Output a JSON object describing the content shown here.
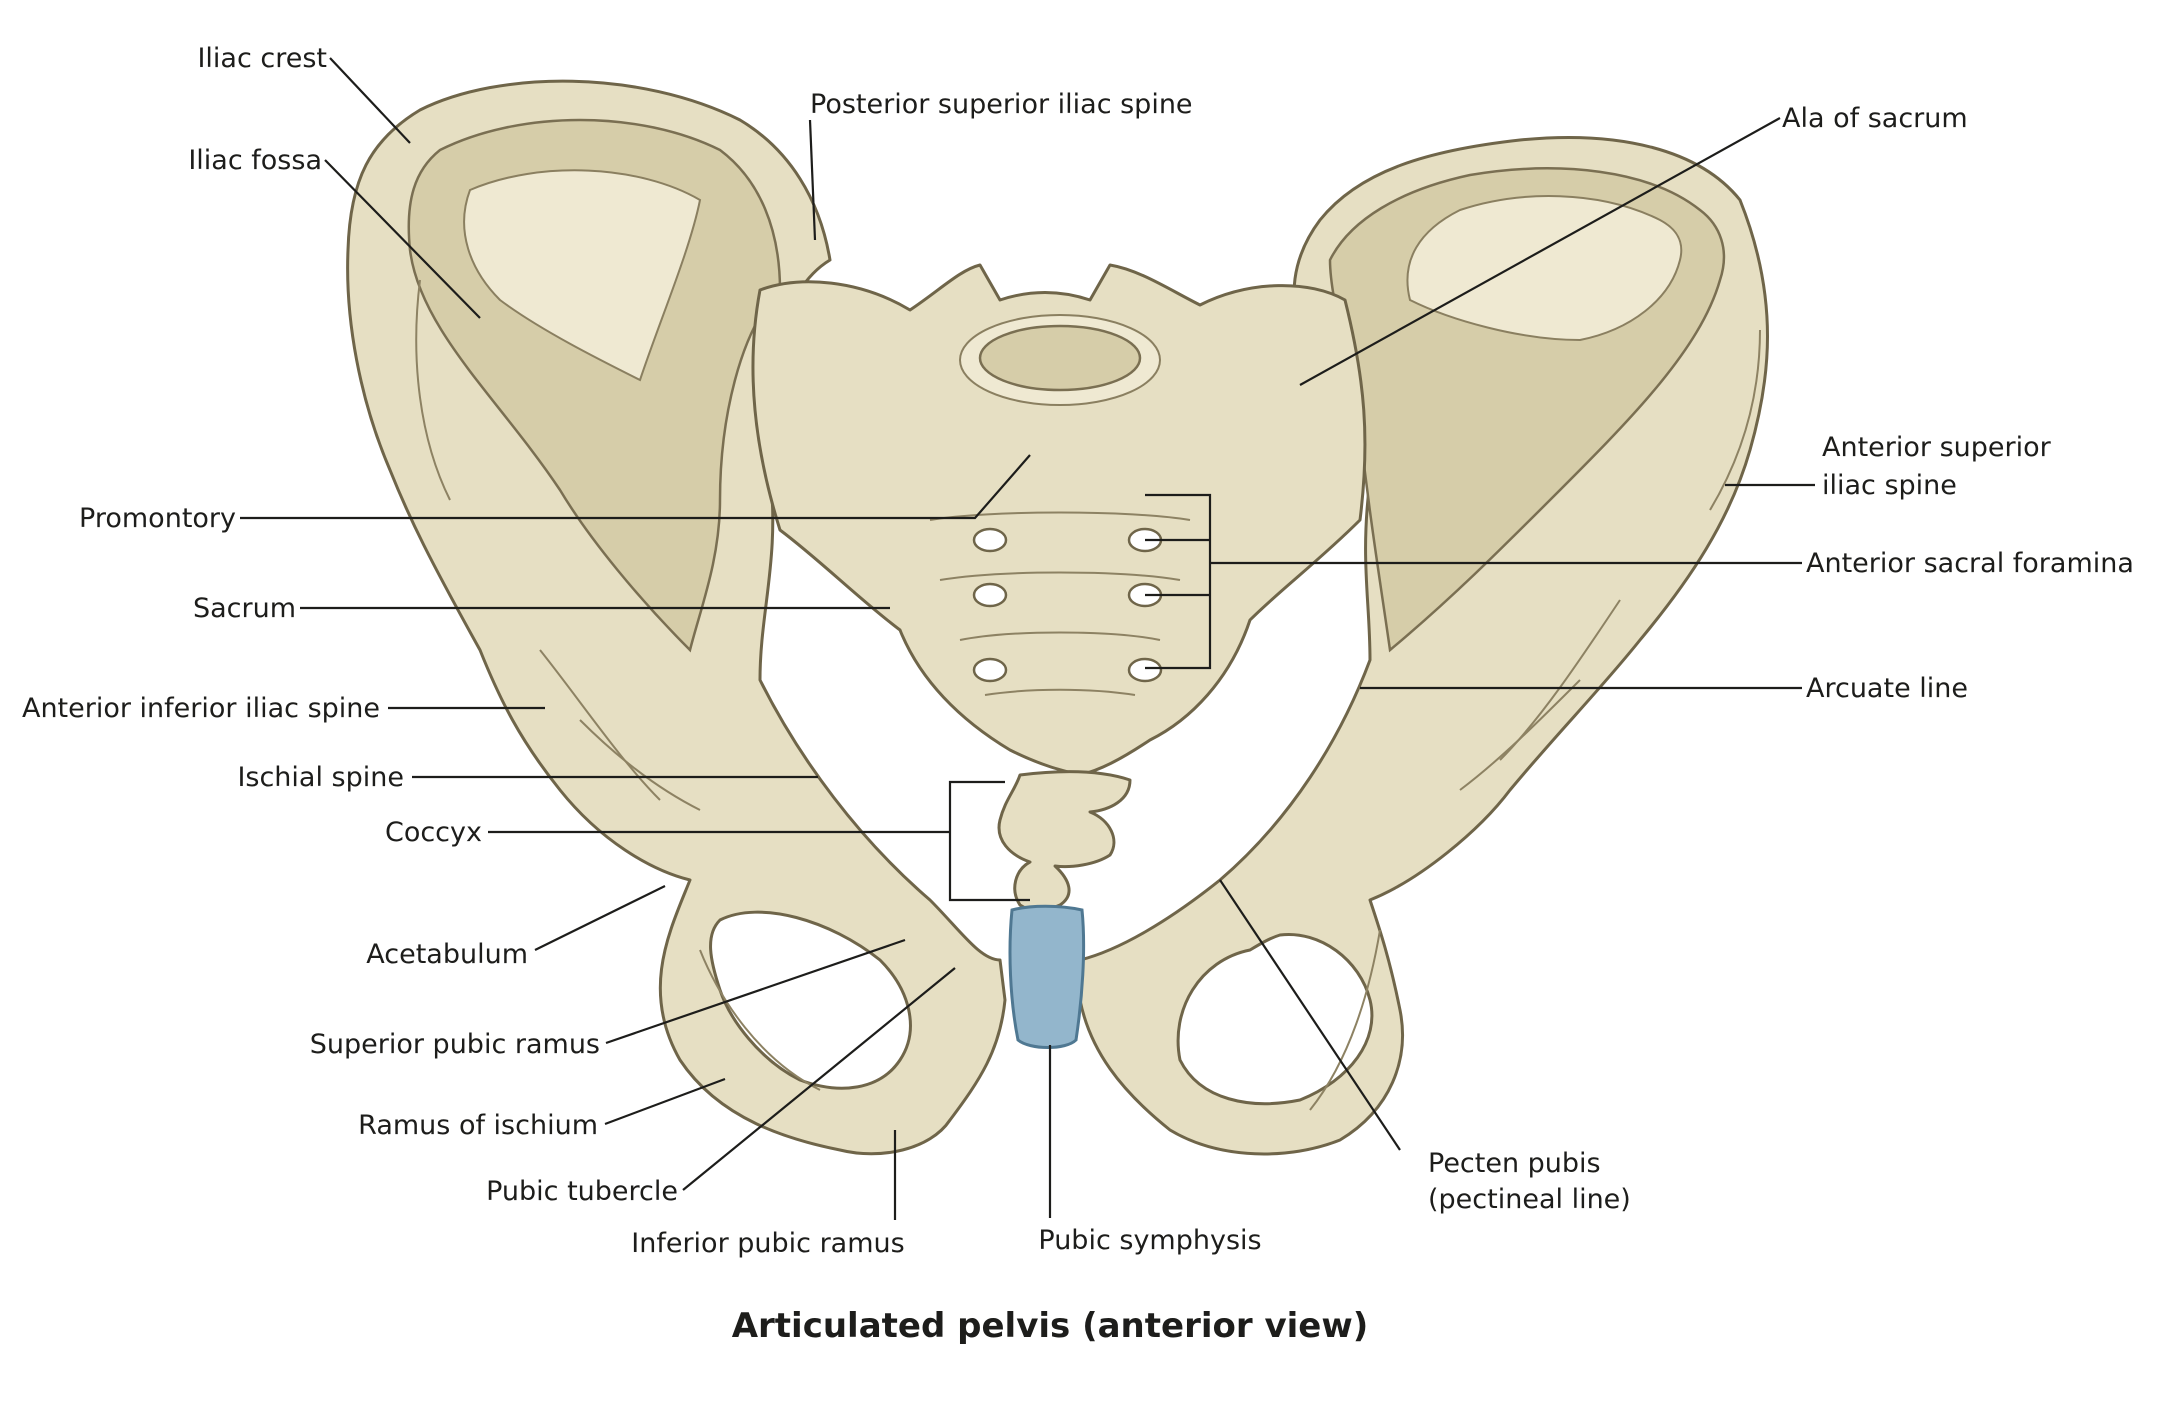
{
  "title": "Articulated pelvis (anterior view)",
  "labels": {
    "iliac_crest": "Iliac crest",
    "iliac_fossa": "Iliac fossa",
    "posterior_superior_iliac_spine": "Posterior superior iliac spine",
    "ala_of_sacrum": "Ala of sacrum",
    "anterior_superior_iliac_spine_1": "Anterior superior",
    "anterior_superior_iliac_spine_2": "iliac spine",
    "promontory": "Promontory",
    "anterior_sacral_foramina": "Anterior sacral foramina",
    "sacrum": "Sacrum",
    "arcuate_line": "Arcuate line",
    "anterior_inferior_iliac_spine": "Anterior inferior iliac spine",
    "ischial_spine": "Ischial spine",
    "coccyx": "Coccyx",
    "acetabulum": "Acetabulum",
    "superior_pubic_ramus": "Superior pubic ramus",
    "ramus_of_ischium": "Ramus of ischium",
    "pecten_pubis_1": "Pecten pubis",
    "pecten_pubis_2": "(pectineal line)",
    "pubic_tubercle": "Pubic tubercle",
    "inferior_pubic_ramus": "Inferior pubic ramus",
    "pubic_symphysis": "Pubic symphysis"
  },
  "colors": {
    "bone": "#e6dfc3",
    "bone_outline": "#6f6549",
    "cartilage": "#93b6cc",
    "text": "#1d1d1b"
  }
}
